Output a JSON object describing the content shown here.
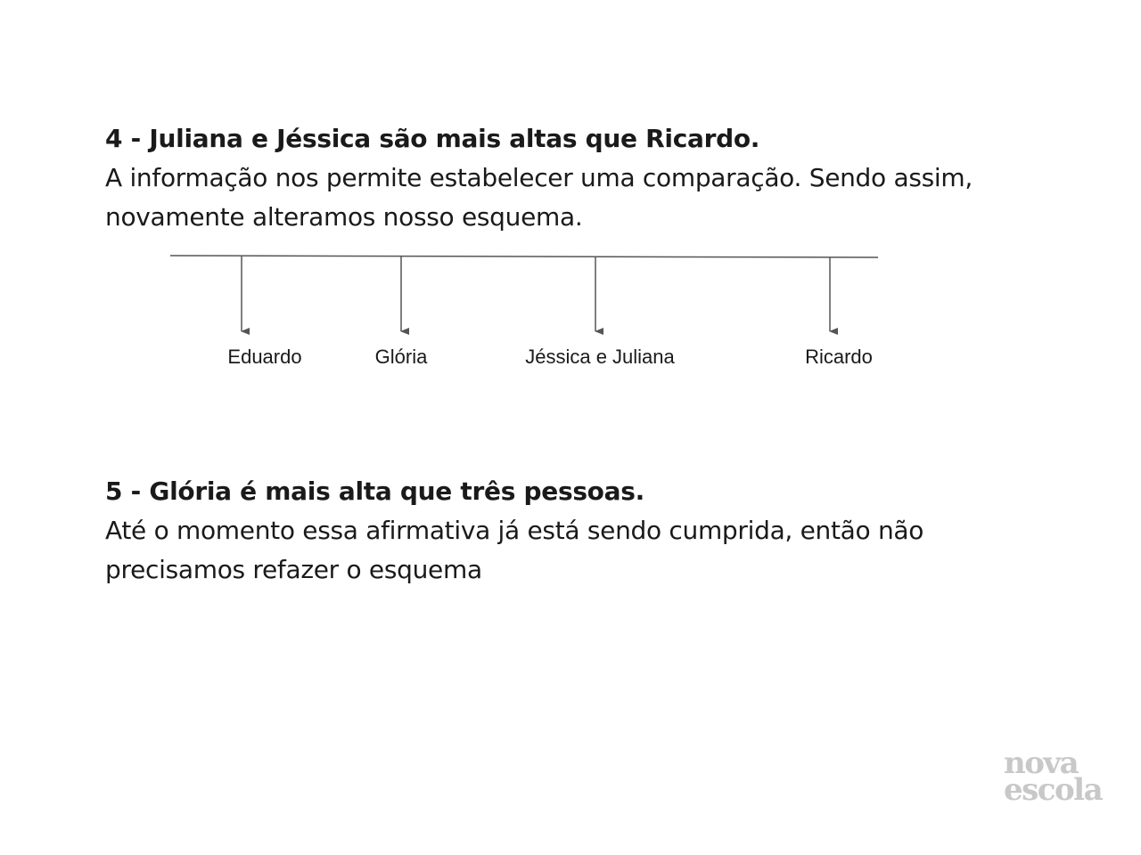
{
  "section4": {
    "heading": "4 - Juliana e Jéssica são mais altas que Ricardo.",
    "line1": "A  informação nos permite estabelecer uma comparação. Sendo assim,",
    "line2": "novamente alteramos nosso esquema."
  },
  "diagram": {
    "labels": [
      "Eduardo",
      "Glória",
      "Jéssica e Juliana",
      "Ricardo"
    ]
  },
  "section5": {
    "heading": "5 - Glória é mais alta que três pessoas.",
    "line1": "Até o momento essa afirmativa já está sendo cumprida, então não",
    "line2": "precisamos refazer o esquema"
  },
  "logo": {
    "line1": "nova",
    "line2": "escola"
  },
  "colors": {
    "text": "#1a1a1a",
    "line": "#555555",
    "logo": "#c8c8c8"
  }
}
